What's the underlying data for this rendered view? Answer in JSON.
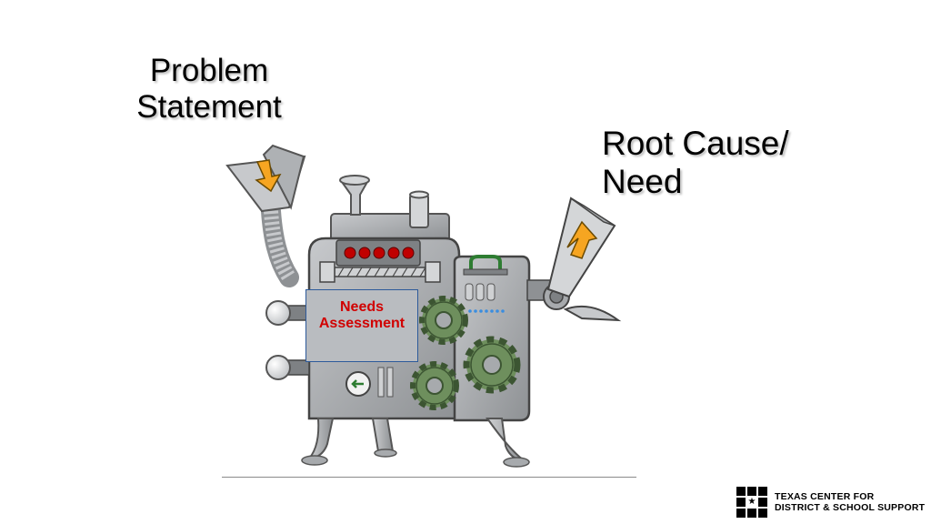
{
  "diagram": {
    "input_label_line1": "Problem",
    "input_label_line2": "Statement",
    "output_label_line1": "Root Cause/",
    "output_label_line2": "Need",
    "machine_label_line1": "Needs",
    "machine_label_line2": "Assessment"
  },
  "logo": {
    "line1": "TEXAS CENTER FOR",
    "line2": "DISTRICT & SCHOOL SUPPORT"
  },
  "colors": {
    "machine_gray": "#a7aaad",
    "gear_green": "#6e8f5d",
    "arrow_orange": "#f6a521",
    "light_red": "#c00000",
    "label_red": "#d10000"
  }
}
